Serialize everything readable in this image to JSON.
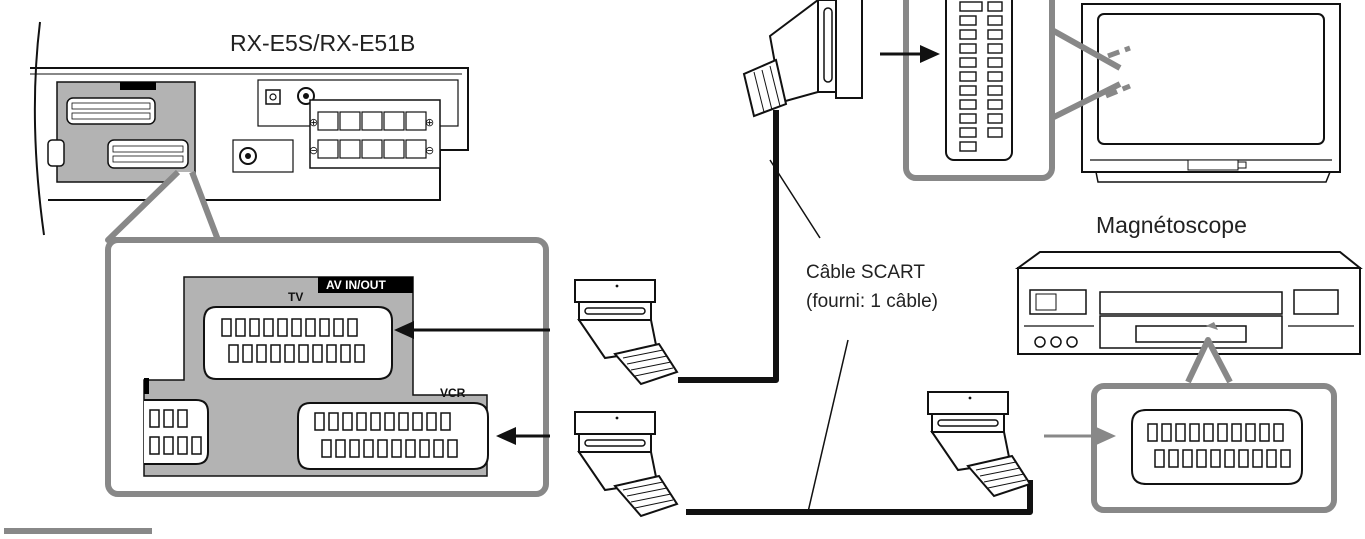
{
  "receiver": {
    "model_label": "RX-E5S/RX-E51B"
  },
  "panel": {
    "av_tag": "AV IN/OUT",
    "tv_label": "TV",
    "vcr_label": "VCR"
  },
  "cable": {
    "line1": "Câble SCART",
    "line2": "(fourni: 1 câble)"
  },
  "vcr": {
    "label": "Magnétoscope"
  },
  "remarque_tag": "",
  "colors": {
    "panel_gray": "#b3b3b3",
    "frame_gray": "#888888",
    "ink": "#111111",
    "label_bg": "#000000"
  },
  "icons": [
    "scart-plug-icon",
    "arrow-right-icon",
    "arrow-left-icon",
    "tv-icon",
    "vcr-icon",
    "receiver-icon"
  ]
}
